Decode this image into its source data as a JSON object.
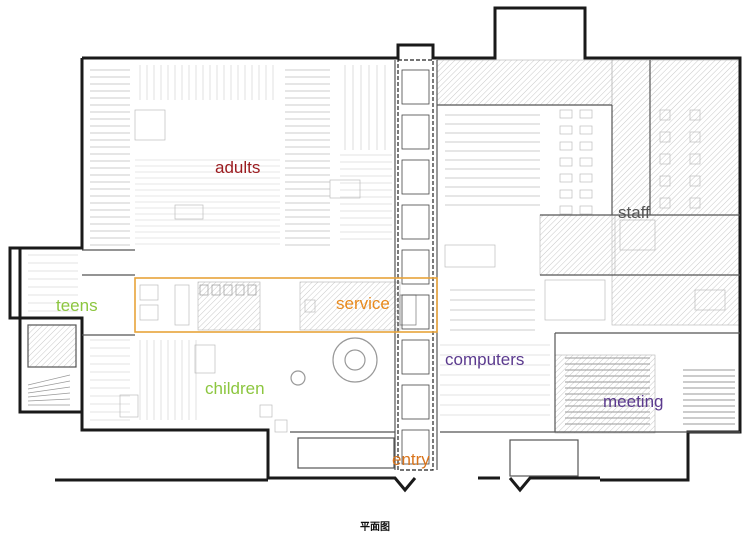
{
  "plan": {
    "caption": "平面图",
    "zones": [
      {
        "id": "adults",
        "label": "adults",
        "color": "#9b1b1f"
      },
      {
        "id": "teens",
        "label": "teens",
        "color": "#8cc63f"
      },
      {
        "id": "service",
        "label": "service",
        "color": "#e8891c"
      },
      {
        "id": "children",
        "label": "children",
        "color": "#8cc63f"
      },
      {
        "id": "computers",
        "label": "computers",
        "color": "#5b3a8e"
      },
      {
        "id": "staff",
        "label": "staff",
        "color": "#555555"
      },
      {
        "id": "meeting",
        "label": "meeting",
        "color": "#5b3a8e"
      },
      {
        "id": "entry",
        "label": "entry",
        "color": "#d9741c"
      }
    ],
    "highlight_color": "#e8a33a"
  }
}
